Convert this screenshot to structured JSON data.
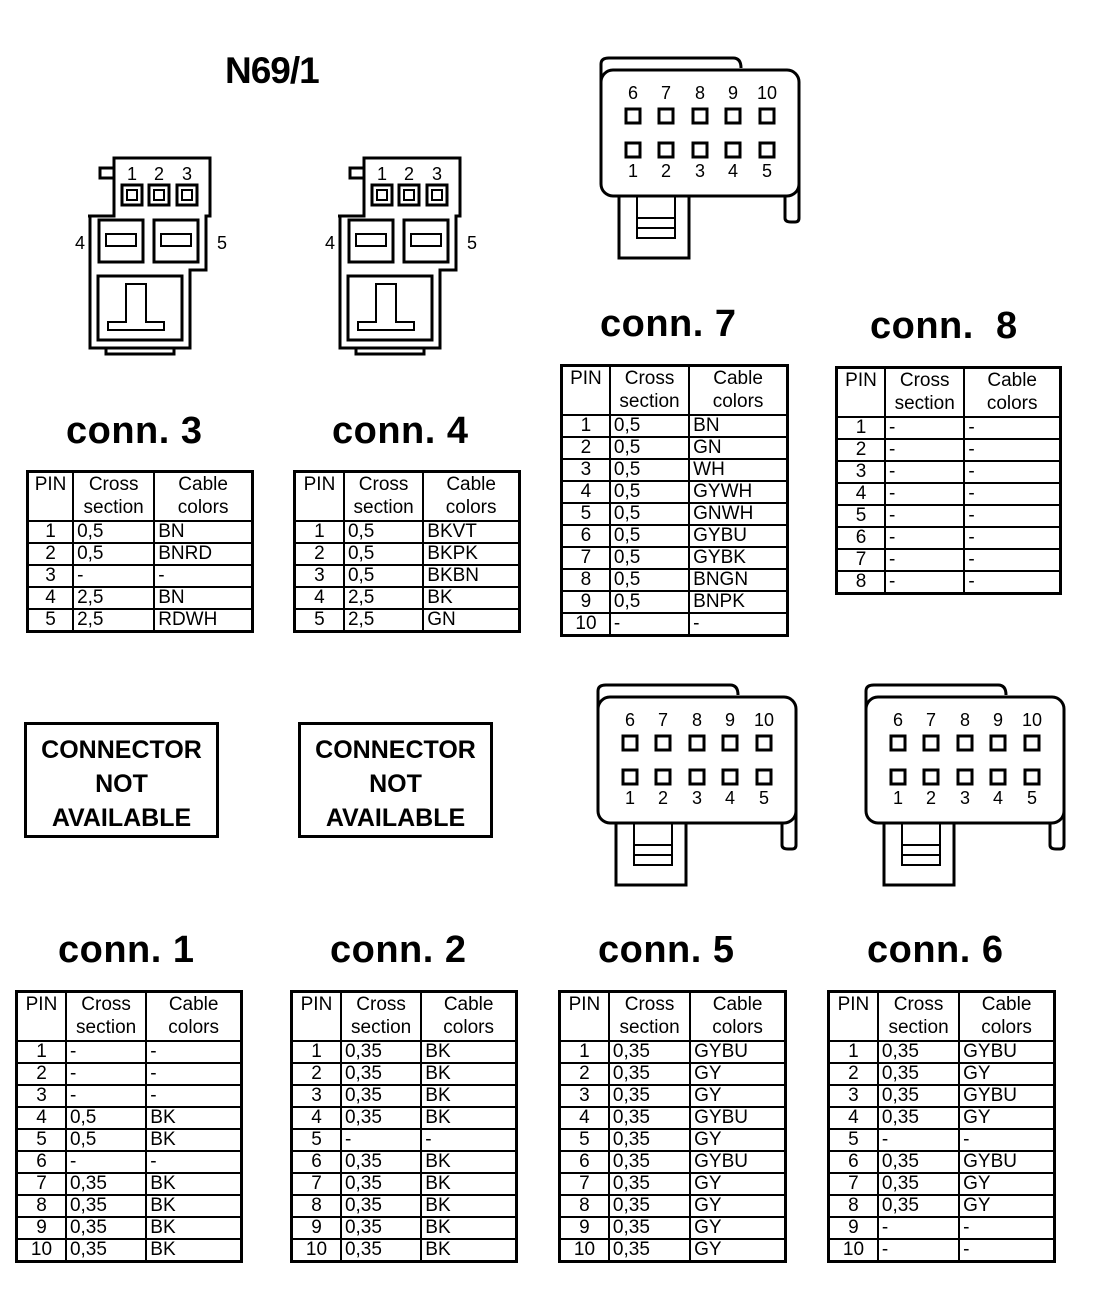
{
  "title": "N69/1",
  "headers": {
    "pin": "PIN",
    "cross_1": "Cross",
    "cross_2": "section",
    "cable_1": "Cable",
    "cable_2": "colors"
  },
  "not_available": {
    "line1": "CONNECTOR",
    "line2": "NOT",
    "line3": "AVAILABLE"
  },
  "connector_small": {
    "top_pins": [
      "1",
      "2",
      "3"
    ],
    "left_pin": "4",
    "right_pin": "5"
  },
  "connector_large": {
    "top_pins": [
      "6",
      "7",
      "8",
      "9",
      "10"
    ],
    "bottom_pins": [
      "1",
      "2",
      "3",
      "4",
      "5"
    ]
  },
  "connectors": {
    "conn3": {
      "title": "conn. 3",
      "rows": [
        [
          "1",
          "0,5",
          "BN"
        ],
        [
          "2",
          "0,5",
          "BNRD"
        ],
        [
          "3",
          "-",
          "-"
        ],
        [
          "4",
          "2,5",
          "BN"
        ],
        [
          "5",
          "2,5",
          "RDWH"
        ]
      ]
    },
    "conn4": {
      "title": "conn. 4",
      "rows": [
        [
          "1",
          "0,5",
          "BKVT"
        ],
        [
          "2",
          "0,5",
          "BKPK"
        ],
        [
          "3",
          "0,5",
          "BKBN"
        ],
        [
          "4",
          "2,5",
          "BK"
        ],
        [
          "5",
          "2,5",
          "GN"
        ]
      ]
    },
    "conn7": {
      "title": "conn. 7",
      "rows": [
        [
          "1",
          "0,5",
          "BN"
        ],
        [
          "2",
          "0,5",
          "GN"
        ],
        [
          "3",
          "0,5",
          "WH"
        ],
        [
          "4",
          "0,5",
          "GYWH"
        ],
        [
          "5",
          "0,5",
          "GNWH"
        ],
        [
          "6",
          "0,5",
          "GYBU"
        ],
        [
          "7",
          "0,5",
          "GYBK"
        ],
        [
          "8",
          "0,5",
          "BNGN"
        ],
        [
          "9",
          "0,5",
          "BNPK"
        ],
        [
          "10",
          "-",
          "-"
        ]
      ]
    },
    "conn8": {
      "title": "conn.  8",
      "rows": [
        [
          "1",
          "-",
          "-"
        ],
        [
          "2",
          "-",
          "-"
        ],
        [
          "3",
          "-",
          "-"
        ],
        [
          "4",
          "-",
          "-"
        ],
        [
          "5",
          "-",
          "-"
        ],
        [
          "6",
          "-",
          "-"
        ],
        [
          "7",
          "-",
          "-"
        ],
        [
          "8",
          "-",
          "-"
        ]
      ]
    },
    "conn1": {
      "title": "conn. 1",
      "rows": [
        [
          "1",
          "-",
          "-"
        ],
        [
          "2",
          "-",
          "-"
        ],
        [
          "3",
          "-",
          "-"
        ],
        [
          "4",
          "0,5",
          "BK"
        ],
        [
          "5",
          "0,5",
          "BK"
        ],
        [
          "6",
          "-",
          "-"
        ],
        [
          "7",
          "0,35",
          "BK"
        ],
        [
          "8",
          "0,35",
          "BK"
        ],
        [
          "9",
          "0,35",
          "BK"
        ],
        [
          "10",
          "0,35",
          "BK"
        ]
      ]
    },
    "conn2": {
      "title": "conn. 2",
      "rows": [
        [
          "1",
          "0,35",
          "BK"
        ],
        [
          "2",
          "0,35",
          "BK"
        ],
        [
          "3",
          "0,35",
          "BK"
        ],
        [
          "4",
          "0,35",
          "BK"
        ],
        [
          "5",
          "-",
          "-"
        ],
        [
          "6",
          "0,35",
          "BK"
        ],
        [
          "7",
          "0,35",
          "BK"
        ],
        [
          "8",
          "0,35",
          "BK"
        ],
        [
          "9",
          "0,35",
          "BK"
        ],
        [
          "10",
          "0,35",
          "BK"
        ]
      ]
    },
    "conn5": {
      "title": "conn. 5",
      "rows": [
        [
          "1",
          "0,35",
          "GYBU"
        ],
        [
          "2",
          "0,35",
          "GY"
        ],
        [
          "3",
          "0,35",
          "GY"
        ],
        [
          "4",
          "0,35",
          "GYBU"
        ],
        [
          "5",
          "0,35",
          "GY"
        ],
        [
          "6",
          "0,35",
          "GYBU"
        ],
        [
          "7",
          "0,35",
          "GY"
        ],
        [
          "8",
          "0,35",
          "GY"
        ],
        [
          "9",
          "0,35",
          "GY"
        ],
        [
          "10",
          "0,35",
          "GY"
        ]
      ]
    },
    "conn6": {
      "title": "conn. 6",
      "rows": [
        [
          "1",
          "0,35",
          "GYBU"
        ],
        [
          "2",
          "0,35",
          "GY"
        ],
        [
          "3",
          "0,35",
          "GYBU"
        ],
        [
          "4",
          "0,35",
          "GY"
        ],
        [
          "5",
          "-",
          "-"
        ],
        [
          "6",
          "0,35",
          "GYBU"
        ],
        [
          "7",
          "0,35",
          "GY"
        ],
        [
          "8",
          "0,35",
          "GY"
        ],
        [
          "9",
          "-",
          "-"
        ],
        [
          "10",
          "-",
          "-"
        ]
      ]
    }
  }
}
